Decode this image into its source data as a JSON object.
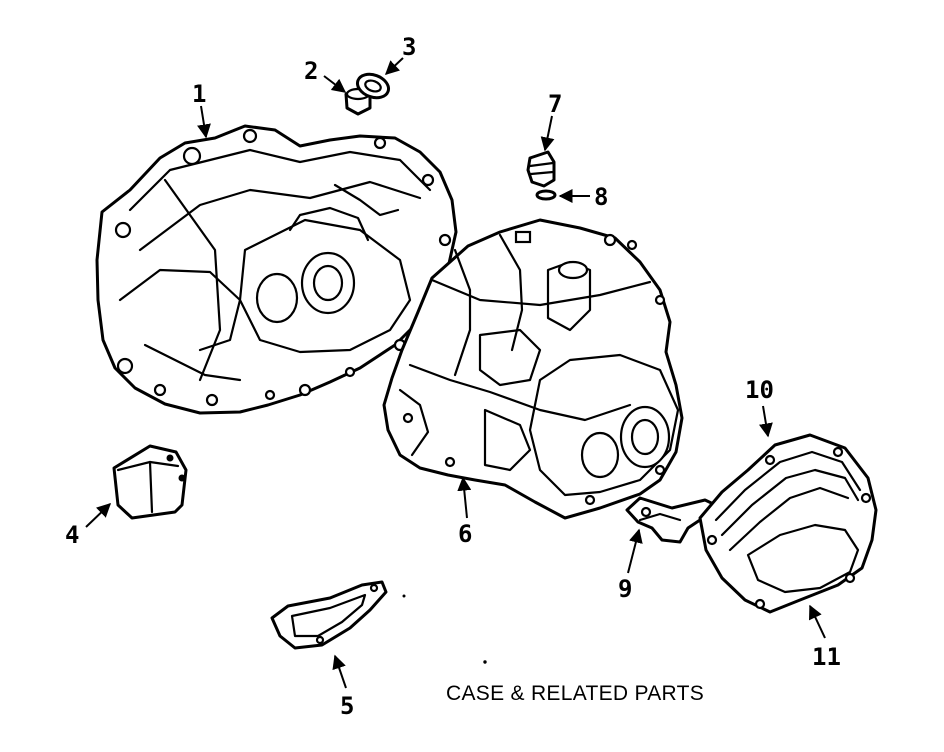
{
  "caption": "CASE & RELATED PARTS",
  "callouts": [
    {
      "id": "1",
      "label": "1",
      "part": "clutch-housing"
    },
    {
      "id": "2",
      "label": "2",
      "part": "bushing"
    },
    {
      "id": "3",
      "label": "3",
      "part": "seal"
    },
    {
      "id": "4",
      "label": "4",
      "part": "cover"
    },
    {
      "id": "5",
      "label": "5",
      "part": "dust-shield"
    },
    {
      "id": "6",
      "label": "6",
      "part": "transaxle-case"
    },
    {
      "id": "7",
      "label": "7",
      "part": "plug"
    },
    {
      "id": "8",
      "label": "8",
      "part": "o-ring"
    },
    {
      "id": "9",
      "label": "9",
      "part": "bracket"
    },
    {
      "id": "10",
      "label": "10",
      "part": "end-cover"
    },
    {
      "id": "11",
      "label": "11",
      "part": "gasket"
    }
  ]
}
